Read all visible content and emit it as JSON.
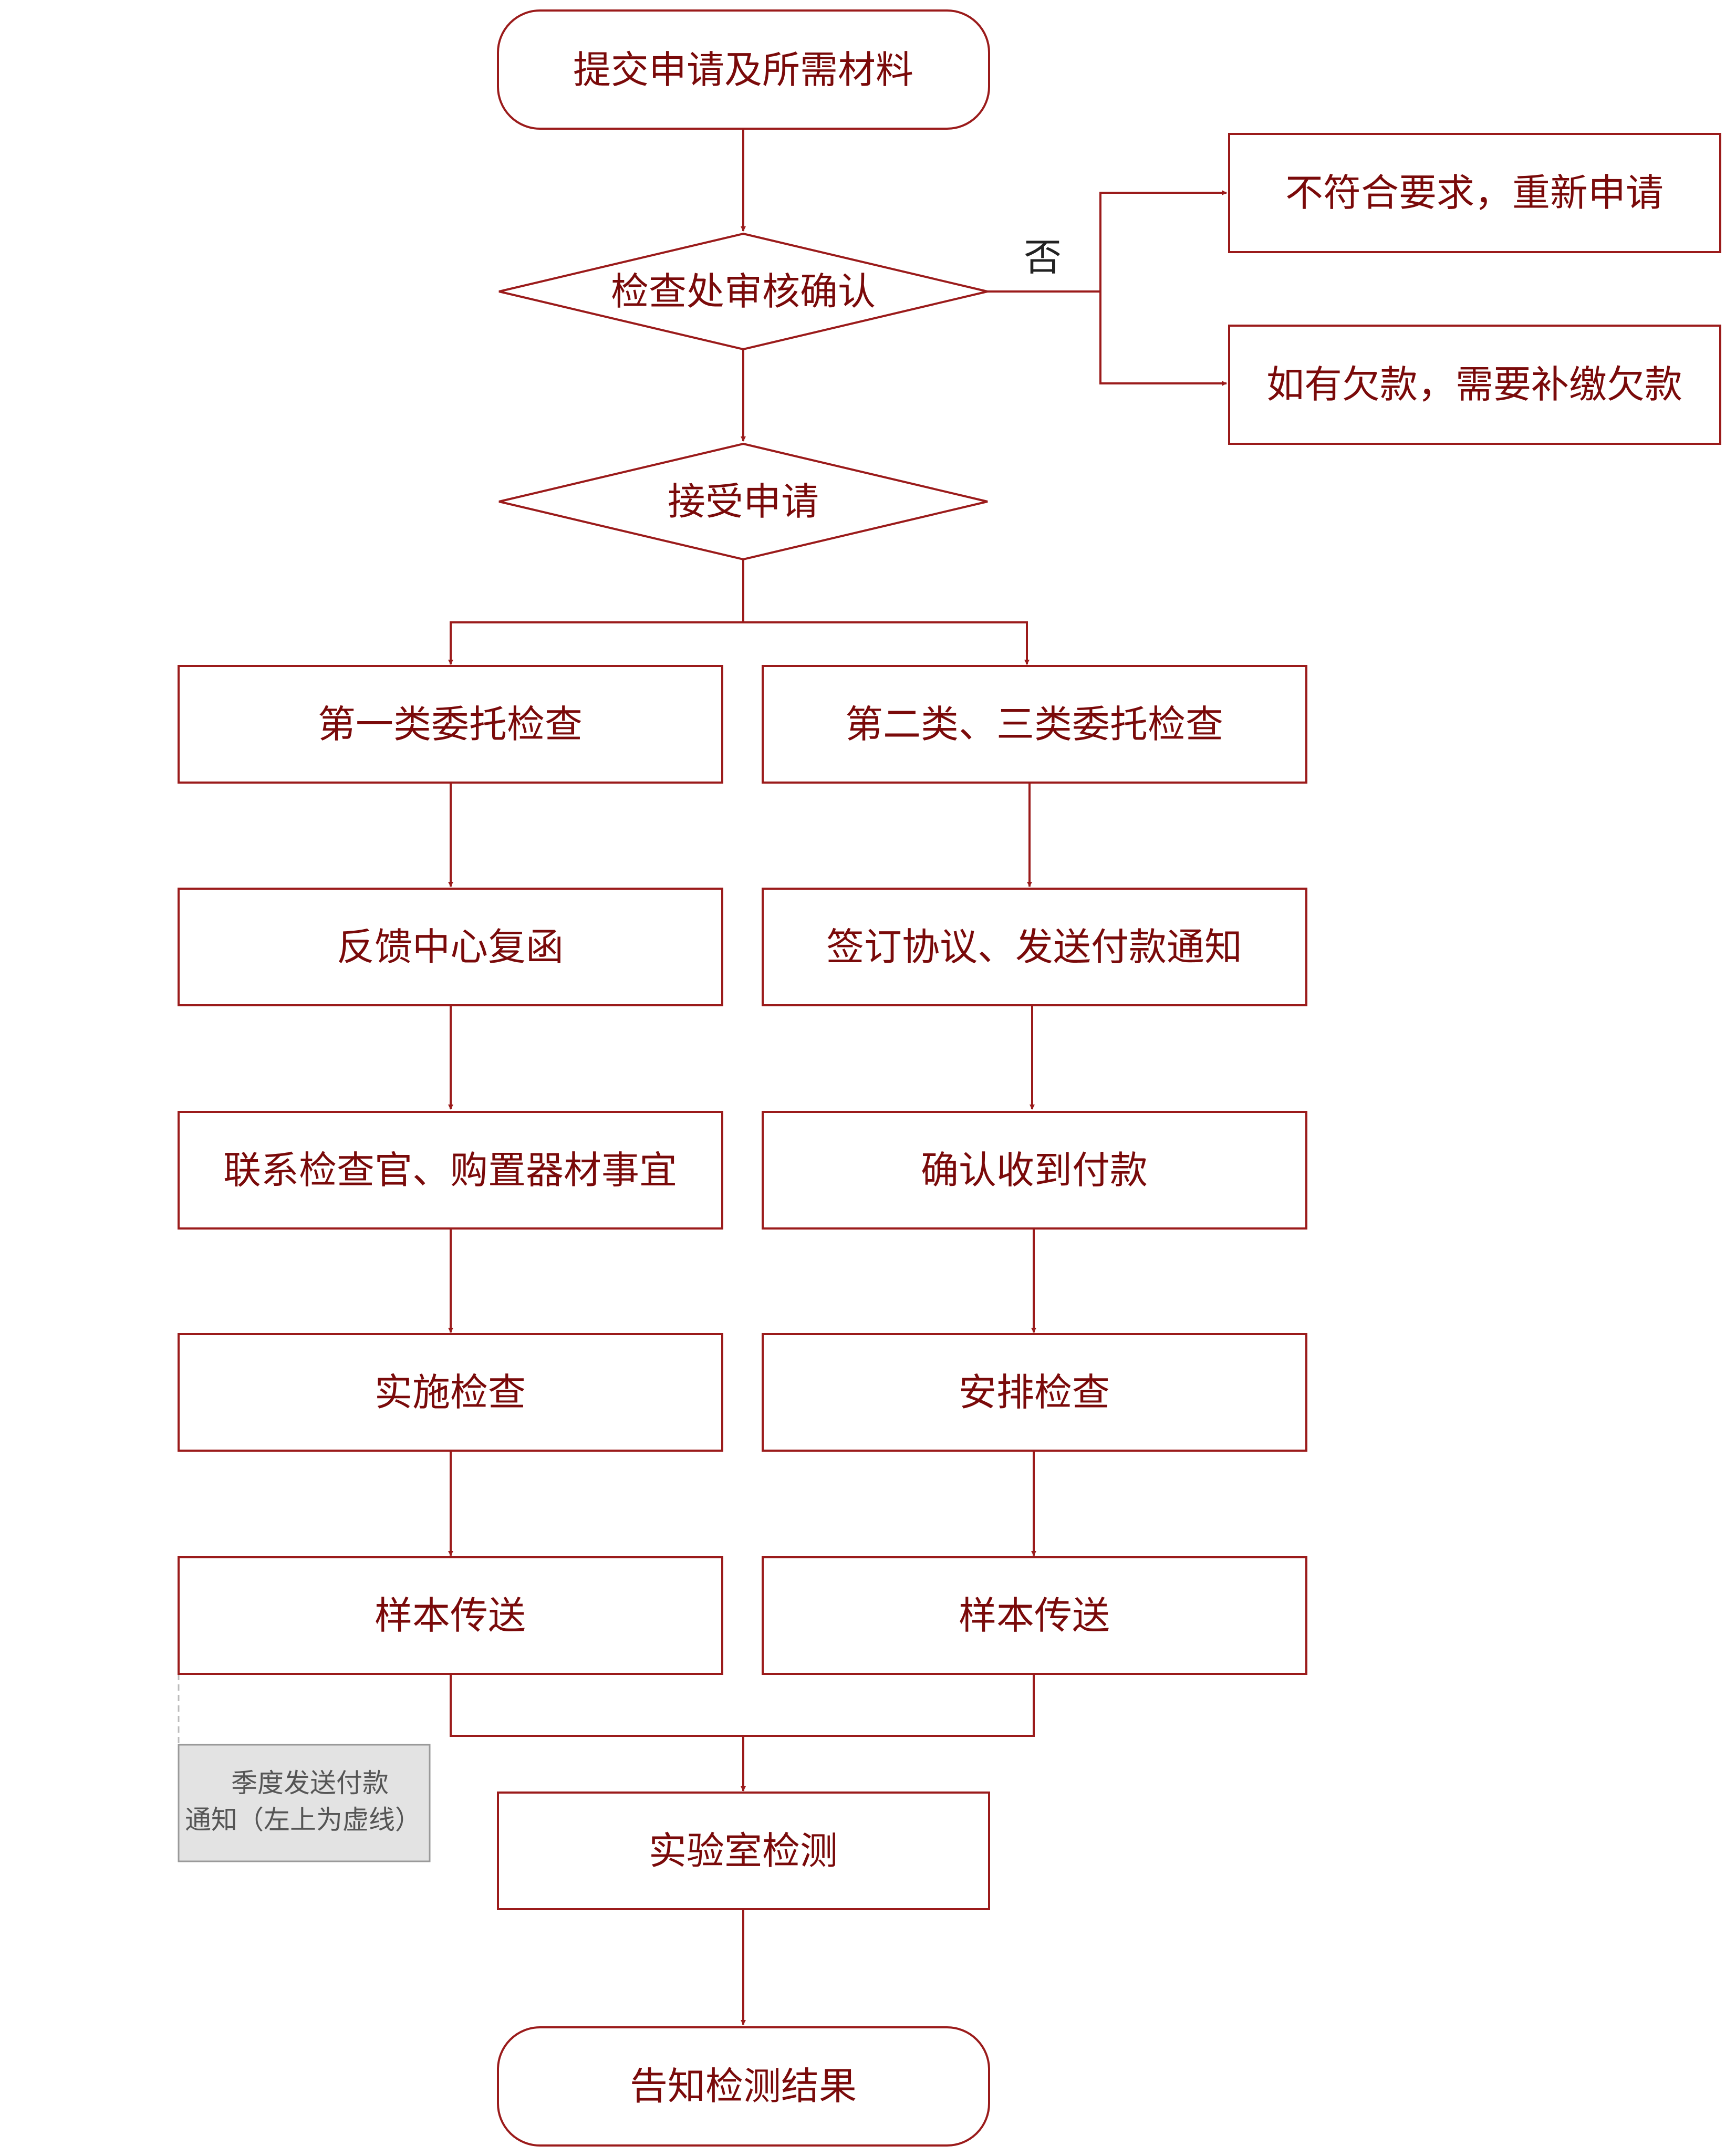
{
  "colors": {
    "accent": "#9b1b1b",
    "text": "#7a0a0a",
    "note_fill": "#e3e3e3",
    "note_stroke": "#9a9a9a"
  },
  "nodes": {
    "start": "提交申请及所需材料",
    "review": "检查处审核确认",
    "reject1": "不符合要求，重新申请",
    "reject2": "如有欠款，需要补缴欠款",
    "accept": "接受申请",
    "left": [
      "第一类委托检查",
      "反馈中心复函",
      "联系检查官、购置器材事宜",
      "实施检查",
      "样本传送"
    ],
    "right": [
      "第二类、三类委托检查",
      "签订协议、发送付款通知",
      "确认收到付款",
      "安排检查",
      "样本传送"
    ],
    "lab": "实验室检测",
    "end": "告知检测结果"
  },
  "labels": {
    "no": "否"
  },
  "note": {
    "line1": "季度发送付款",
    "line2": "通知（左上为虚线）"
  }
}
